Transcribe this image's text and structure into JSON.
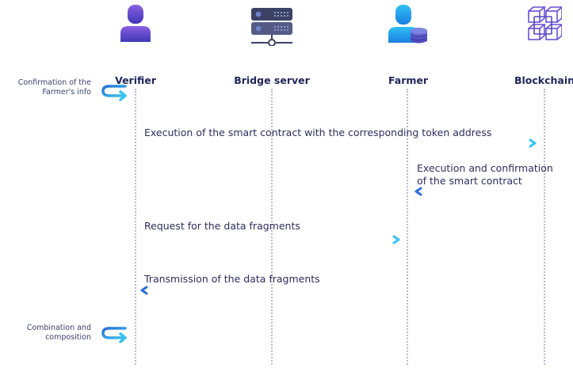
{
  "actors": [
    {
      "name": "Verifier",
      "icon": "user-icon"
    },
    {
      "name": "Bridge server",
      "icon": "server-icon"
    },
    {
      "name": "Farmer",
      "icon": "user-database-icon"
    },
    {
      "name": "Blockchain",
      "icon": "blockchain-icon"
    }
  ],
  "self_actions": [
    {
      "label_line1": "Confirmation of the",
      "label_line2": "Farmer's info",
      "actor": "Verifier"
    },
    {
      "label_line1": "Combination and",
      "label_line2": "composition",
      "actor": "Verifier"
    }
  ],
  "messages": [
    {
      "label": "Execution of the smart contract with the corresponding token address",
      "from": "Verifier",
      "to": "Blockchain"
    },
    {
      "label_line1": "Execution and confirmation",
      "label_line2": "of the smart contract",
      "from": "Blockchain",
      "to": "Farmer"
    },
    {
      "label": "Request for the data fragments",
      "from": "Verifier",
      "to": "Farmer"
    },
    {
      "label": "Transmission of the data fragments",
      "from": "Farmer",
      "to": "Verifier"
    }
  ],
  "colors": {
    "arrow_start": "#2b6fd6",
    "arrow_end": "#38c3f0",
    "actor_label": "#22265a",
    "lifeline": "#b9b8d8"
  }
}
